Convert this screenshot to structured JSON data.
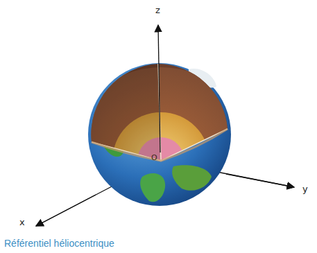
{
  "diagram": {
    "caption": "Référentiel héliocentrique",
    "labels": [
      "z",
      "y",
      "x",
      "O"
    ]
  }
}
